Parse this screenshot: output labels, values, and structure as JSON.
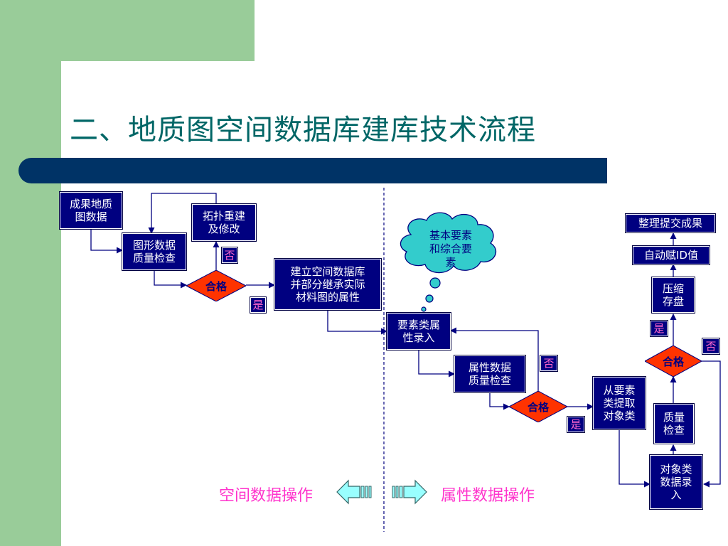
{
  "slide": {
    "title": "二、地质图空间数据库建库技术流程"
  },
  "flow": {
    "result_map_data": "成果地质\n图数据",
    "topology_rebuild": "拓扑重建\n及修改",
    "graphic_quality_check": "图形数据\n质量检查",
    "build_spatial_db": "建立空间数据库\n并部分继承实际\n材料图的属性",
    "feature_attr_entry": "要素类属\n性录入",
    "attr_quality_check": "属性数据\n质量检查",
    "extract_object_class": "从要素\n类提取\n对象类",
    "object_data_entry": "对象类\n数据录\n入",
    "quality_check": "质量\n检查",
    "compress_store": "压缩\n存盘",
    "auto_assign_id": "自动赋ID值",
    "organize_submit": "整理提交成果",
    "decision_label": "合格",
    "yes_label": "是",
    "no_label": "否",
    "cloud_text": "基本要素\n和综合要\n素"
  },
  "legend": {
    "spatial_ops": "空间数据操作",
    "attribute_ops": "属性数据操作"
  },
  "colors": {
    "box_fill": "#000080",
    "decision_fill": "#ff3300",
    "cloud_fill": "#33cccc",
    "title_color": "#006666",
    "legend_text": "#ff33cc",
    "arrow_fill": "#99ffff"
  }
}
